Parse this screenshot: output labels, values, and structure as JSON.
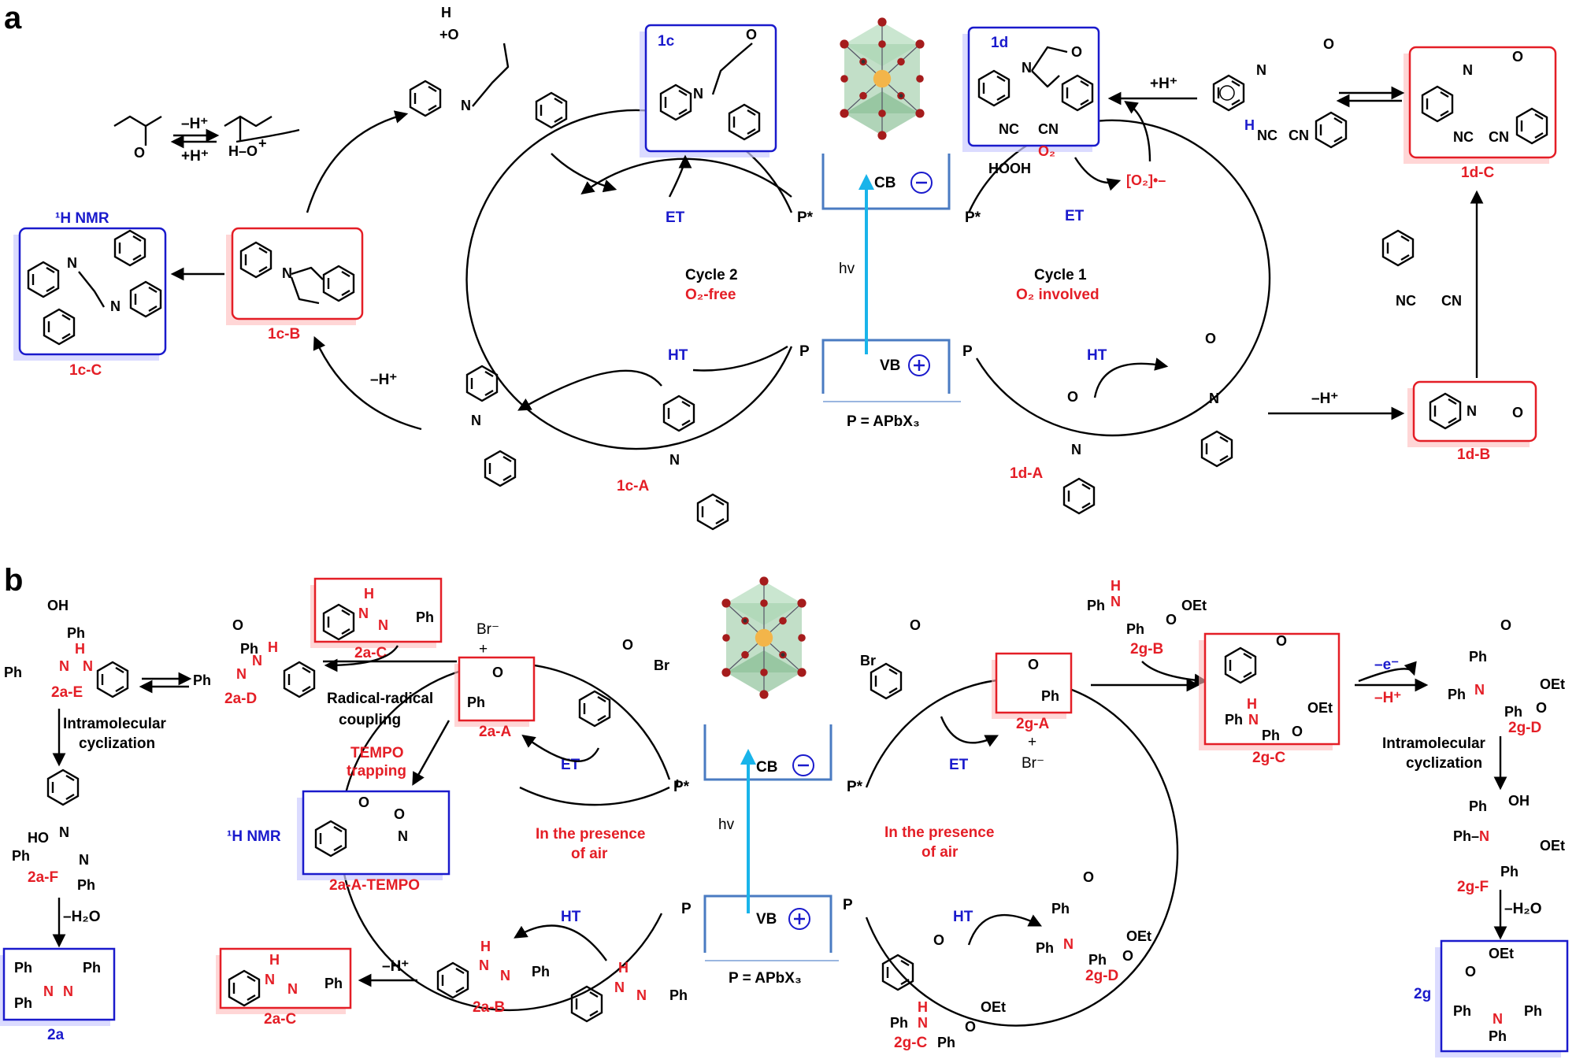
{
  "panels": {
    "a": "a",
    "b": "b"
  },
  "a": {
    "cycle2_title": "Cycle 2",
    "cycle2_sub": "O₂-free",
    "cycle1_title": "Cycle 1",
    "cycle1_sub": "O₂ involved",
    "et_left": "ET",
    "et_right": "ET",
    "ht_left": "HT",
    "ht_right": "HT",
    "p_star_left": "P*",
    "p_star_right": "P*",
    "p_left": "P",
    "p_right": "P",
    "cb": "CB",
    "vb": "VB",
    "hv": "hv",
    "p_def": "P = APbX₃",
    "minus_h": "–H⁺",
    "plus_h": "+H⁺",
    "minus_h2": "–H⁺",
    "minus_h3": "–H⁺",
    "plus_h2": "+H⁺",
    "hooh": "HOOH",
    "o2": "O₂",
    "o2_radical": "[O₂]•–",
    "nmr": "¹H NMR",
    "labels": {
      "c1c": "1c",
      "c1d": "1d",
      "c1cB": "1c-B",
      "c1cC": "1c-C",
      "c1cA": "1c-A",
      "c1dA": "1d-A",
      "c1dB": "1d-B",
      "c1dC": "1d-C"
    }
  },
  "b": {
    "air_left_1": "In the presence",
    "air_left_2": "of air",
    "air_right_1": "In the presence",
    "air_right_2": "of air",
    "et_left": "ET",
    "et_right": "ET",
    "ht_left": "HT",
    "ht_right": "HT",
    "p_star_left": "P*",
    "p_star_right": "P*",
    "p_left": "P",
    "p_right": "P",
    "cb": "CB",
    "vb": "VB",
    "hv": "hv",
    "p_def": "P = APbX₃",
    "rr1": "Radical-radical",
    "rr2": "coupling",
    "tempo1": "TEMPO",
    "tempo2": "trapping",
    "intra1": "Intramolecular",
    "intra2": "cyclization",
    "intra3": "Intramolecular",
    "intra4": "cyclization",
    "minus_h2o": "–H₂O",
    "minus_h2o2": "–H₂O",
    "minus_e": "–e⁻",
    "minus_h": "–H⁺",
    "minus_h2": "–H⁺",
    "br_minus": "Br⁻",
    "plus": "+",
    "nmr": "¹H NMR",
    "labels": {
      "a2aE": "2a-E",
      "a2aD": "2a-D",
      "a2aC": "2a-C",
      "a2aA": "2a-A",
      "a2aF": "2a-F",
      "a2a": "2a",
      "tempoLbl": "2a-A-TEMPO",
      "a2aB": "2a-B",
      "a2aC2": "2a-C",
      "g2gB": "2g-B",
      "g2gA": "2g-A",
      "g2gC": "2g-C",
      "g2gD": "2g-D",
      "g2gF": "2g-F",
      "g2g": "2g",
      "g2gC2": "2g-C",
      "g2gD2": "2g-D"
    }
  }
}
